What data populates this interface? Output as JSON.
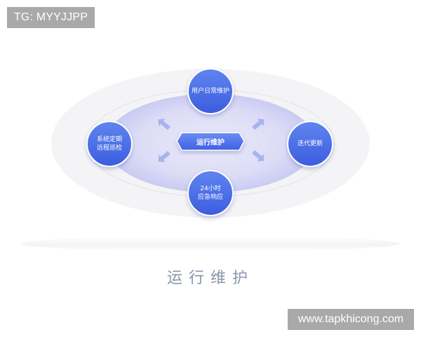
{
  "watermarks": {
    "top_left": "TG: MYYJJPP",
    "bottom_right": "www.tapkhicong.com"
  },
  "diagram": {
    "hub": {
      "label": "运行维护"
    },
    "nodes": [
      {
        "id": "top",
        "lines": [
          "用户日常维护"
        ]
      },
      {
        "id": "left",
        "lines": [
          "系统定期",
          "远程巡检"
        ]
      },
      {
        "id": "right",
        "lines": [
          "迭代更新"
        ]
      },
      {
        "id": "bottom",
        "lines": [
          "24小时",
          "应急响应"
        ]
      }
    ],
    "arrows": [
      "up-left",
      "up-right",
      "down-left",
      "down-right"
    ],
    "colors": {
      "node_fill_top": "#5b80ee",
      "node_fill_bottom": "#3e5fe0",
      "node_border": "#ffffff",
      "inner_ellipse": "#dcdcf6",
      "outer_ellipse": "#f4f4f6",
      "arrow": "#a7b3ef"
    }
  },
  "caption": "运行维护"
}
